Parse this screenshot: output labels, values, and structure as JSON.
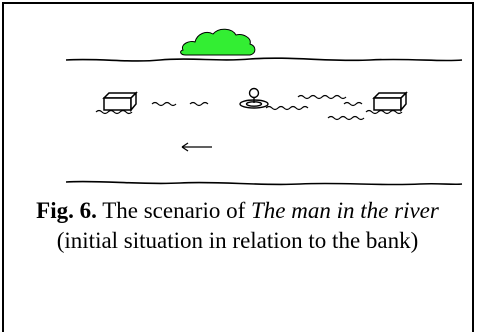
{
  "figure": {
    "caption": {
      "label": "Fig. 6.",
      "text_1": " The scenario of ",
      "title": "The man in the river",
      "text_2": " (initial situation in relation to the bank)"
    },
    "colors": {
      "bush": "#33ee33",
      "ink": "#000000"
    }
  }
}
